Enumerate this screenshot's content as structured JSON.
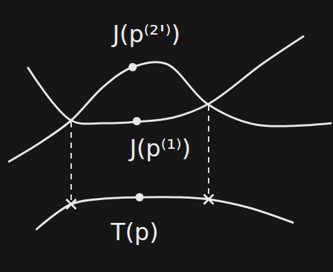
{
  "diagram": {
    "labels": [
      "J(p⁽²'⁾)",
      "J(p⁽¹⁾)",
      "T(p)"
    ]
  }
}
